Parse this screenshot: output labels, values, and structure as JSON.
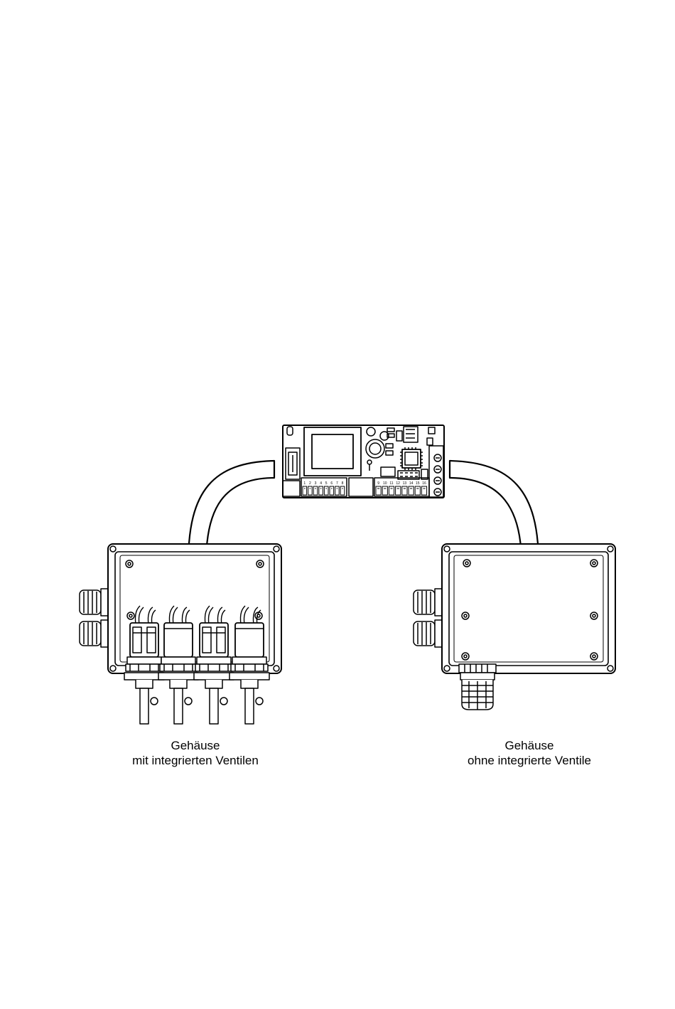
{
  "circuit_board": {
    "terminal_labels_left": [
      "1",
      "2",
      "3",
      "4",
      "5",
      "6",
      "7",
      "8"
    ],
    "terminal_labels_right": [
      "9",
      "10",
      "11",
      "12",
      "13",
      "14",
      "15",
      "16"
    ]
  },
  "housings": [
    {
      "line1": "Gehäuse",
      "line2": "mit integrierten Ventilen"
    },
    {
      "line1": "Gehäuse",
      "line2": "ohne integrierte Ventile"
    }
  ]
}
